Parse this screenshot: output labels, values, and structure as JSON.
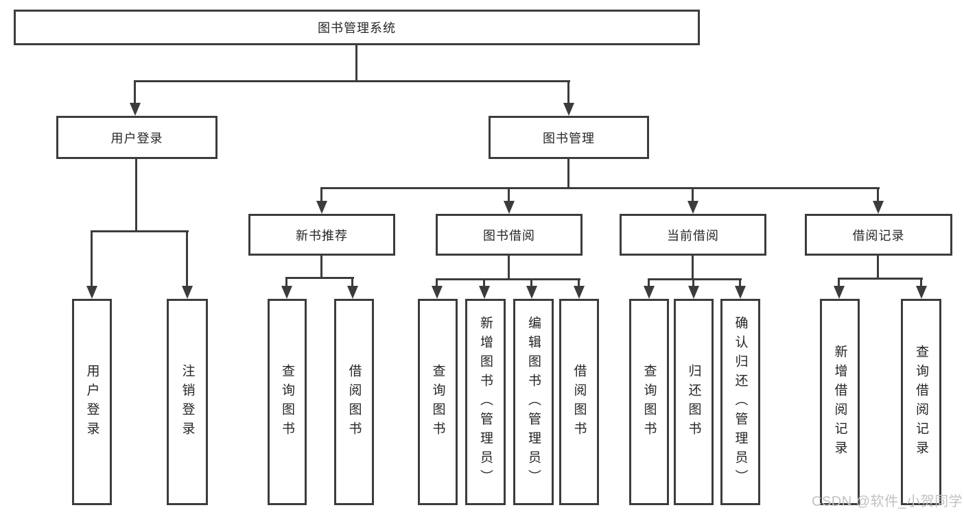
{
  "diagram": {
    "title": "图书管理系统",
    "level2": {
      "user_login": "用户登录",
      "book_management": "图书管理"
    },
    "level3": {
      "new_book_recommend": "新书推荐",
      "book_borrowing": "图书借阅",
      "current_borrowing": "当前借阅",
      "borrowing_records": "借阅记录"
    },
    "leaves": {
      "user_login": "用户登录",
      "logout": "注销登录",
      "nb_query_books": "查询图书",
      "nb_borrow_books": "借阅图书",
      "bb_query_books": "查询图书",
      "bb_add_books_admin": "新增图书（管理员）",
      "bb_edit_books_admin": "编辑图书（管理员）",
      "bb_borrow_books": "借阅图书",
      "cb_query_books": "查询图书",
      "cb_return_books": "归还图书",
      "cb_confirm_return_admin": "确认归还（管理员）",
      "br_add_record": "新增借阅记录",
      "br_query_record": "查询借阅记录"
    }
  },
  "watermark": "CSDN @软件_小贺同学",
  "colors": {
    "line": "#3c3c3c",
    "text": "#262626",
    "background": "#ffffff",
    "watermark": "#c2c1c1"
  }
}
